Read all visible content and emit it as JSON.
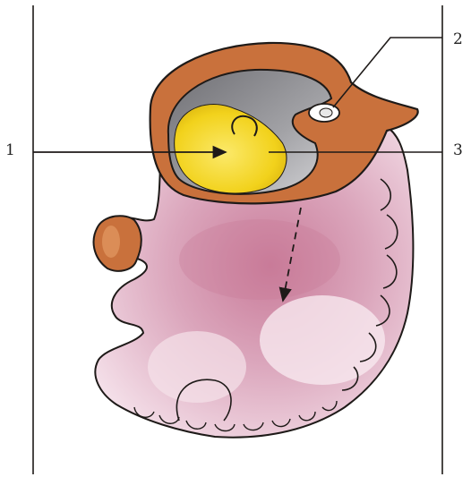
{
  "labels": {
    "one": "1",
    "two": "2",
    "three": "3"
  },
  "colors": {
    "outline": "#1e1a18",
    "ochre": "#c9713c",
    "ochre_light": "#e39a62",
    "grey_cavity": "#8f8f93",
    "grey_light": "#c9c9cc",
    "yellow_sac": "#f2d21c",
    "yellow_light": "#fbe96a",
    "pink": "#dba6bc",
    "pink_deep": "#c97b99",
    "pink_pale": "#f3dbe5"
  }
}
